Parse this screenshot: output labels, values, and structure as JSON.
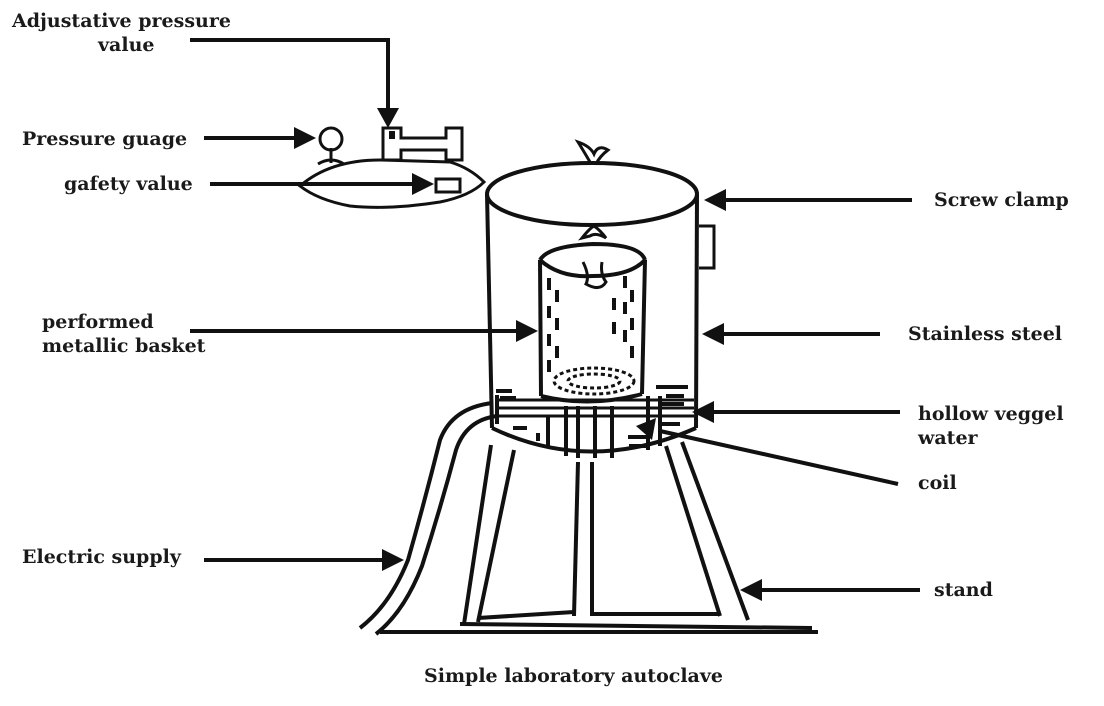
{
  "labels": {
    "adjustative_line1": "Adjustative pressure",
    "adjustative_line2": "value",
    "pressure_gauge": "Pressure guage",
    "safety_valve": "gafety value",
    "screw_clamp": "Screw clamp",
    "basket_line1": "performed",
    "basket_line2": "metallic basket",
    "stainless_steel": "Stainless steel",
    "hollow_line1": "hollow veggel",
    "hollow_line2": "water",
    "coil": "coil",
    "electric_supply": "Electric supply",
    "stand": "stand"
  },
  "caption": "Simple laboratory autoclave"
}
